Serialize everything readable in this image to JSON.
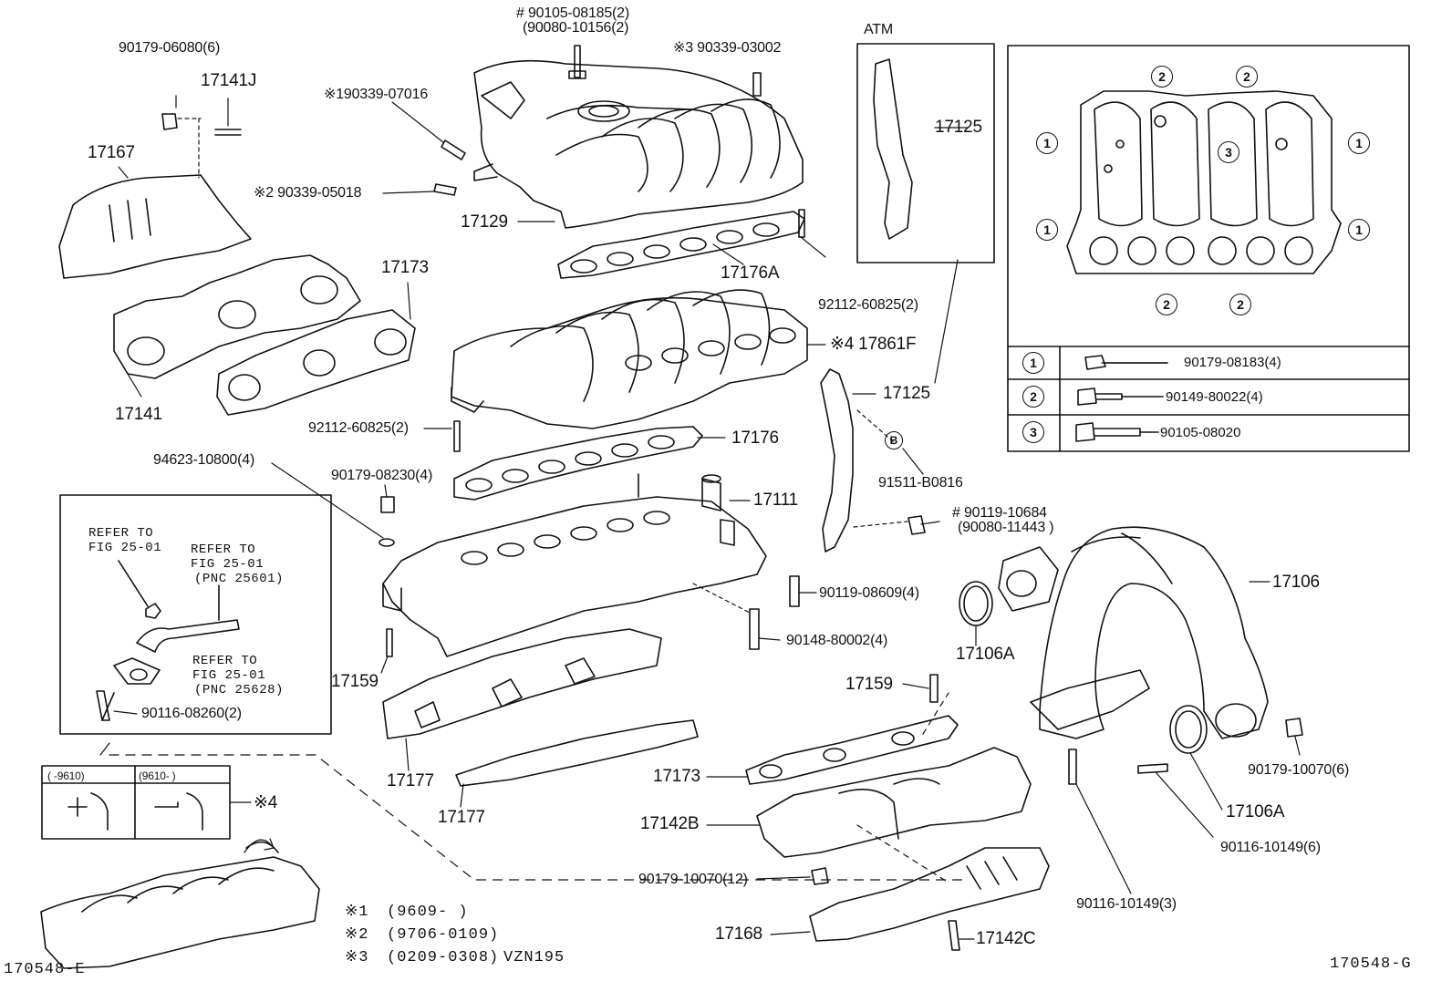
{
  "figure_codes": {
    "left": "170548-E",
    "right": "170548-G"
  },
  "atm_label": "ATM",
  "parts": {
    "p90105": "# 90105-08185(2)",
    "p90080a": "(90080-10156(2)",
    "p90339_03002": "※3 90339-03002",
    "p90339_07016": "※190339-07016",
    "p90339_05018": "※2 90339-05018",
    "p90179_06080": "90179-06080(6)",
    "p17141J": "17141J",
    "p17167": "17167",
    "p17129": "17129",
    "p17176A": "17176A",
    "p17173a": "17173",
    "p17141": "17141",
    "p92112a": "92112-60825(2)",
    "p17861F": "※4  17861F",
    "p92112b": "92112-60825(2)",
    "p17176": "17176",
    "p94623": "94623-10800(4)",
    "p90179_08230": "90179-08230(4)",
    "p17111": "17111",
    "p17125a": "17125",
    "p17125b": "17125",
    "p91511": "91511-B0816",
    "p90119_10684": "# 90119-10684",
    "p90080b": "(90080-11443 )",
    "p90119_08609": "90119-08609(4)",
    "p90148": "90148-80002(4)",
    "p17106": "17106",
    "p17106A_a": "17106A",
    "p17159a": "17159",
    "p17159b": "17159",
    "p17177a": "17177",
    "p17177b": "17177",
    "p17173b": "17173",
    "p17142B": "17142B",
    "p90179_10070a": "90179-10070(12)",
    "p90179_10070b": "90179-10070(6)",
    "p17106A_b": "17106A",
    "p90116_10149a": "90116-10149(6)",
    "p90116_10149b": "90116-10149(3)",
    "p17168": "17168",
    "p17142C": "17142C",
    "p90116_08260": "90116-08260(2)"
  },
  "b_marker": "B",
  "refer_box": {
    "r1a": "REFER TO",
    "r1b": "FIG 25-01",
    "r2a": "REFER TO",
    "r2b": "FIG 25-01",
    "r2c": "(PNC 25601)",
    "r3a": "REFER TO",
    "r3b": "FIG 25-01",
    "r3c": "(PNC 25628)"
  },
  "variant_table": {
    "col1": "(    -9610)",
    "col2": "(9610-     )",
    "marker": "※4"
  },
  "footnotes": [
    {
      "mark": "※1",
      "range": "(9609-      )",
      "model": ""
    },
    {
      "mark": "※2",
      "range": "(9706-0109)",
      "model": ""
    },
    {
      "mark": "※3",
      "range": "(0209-0308)",
      "model": "VZN195"
    }
  ],
  "gasket_key": {
    "circle_labels": {
      "one": "1",
      "two": "2",
      "three": "3"
    },
    "rows": [
      {
        "num": "1",
        "part": "90179-08183(4)"
      },
      {
        "num": "2",
        "part": "90149-80022(4)"
      },
      {
        "num": "3",
        "part": "90105-08020"
      }
    ]
  }
}
